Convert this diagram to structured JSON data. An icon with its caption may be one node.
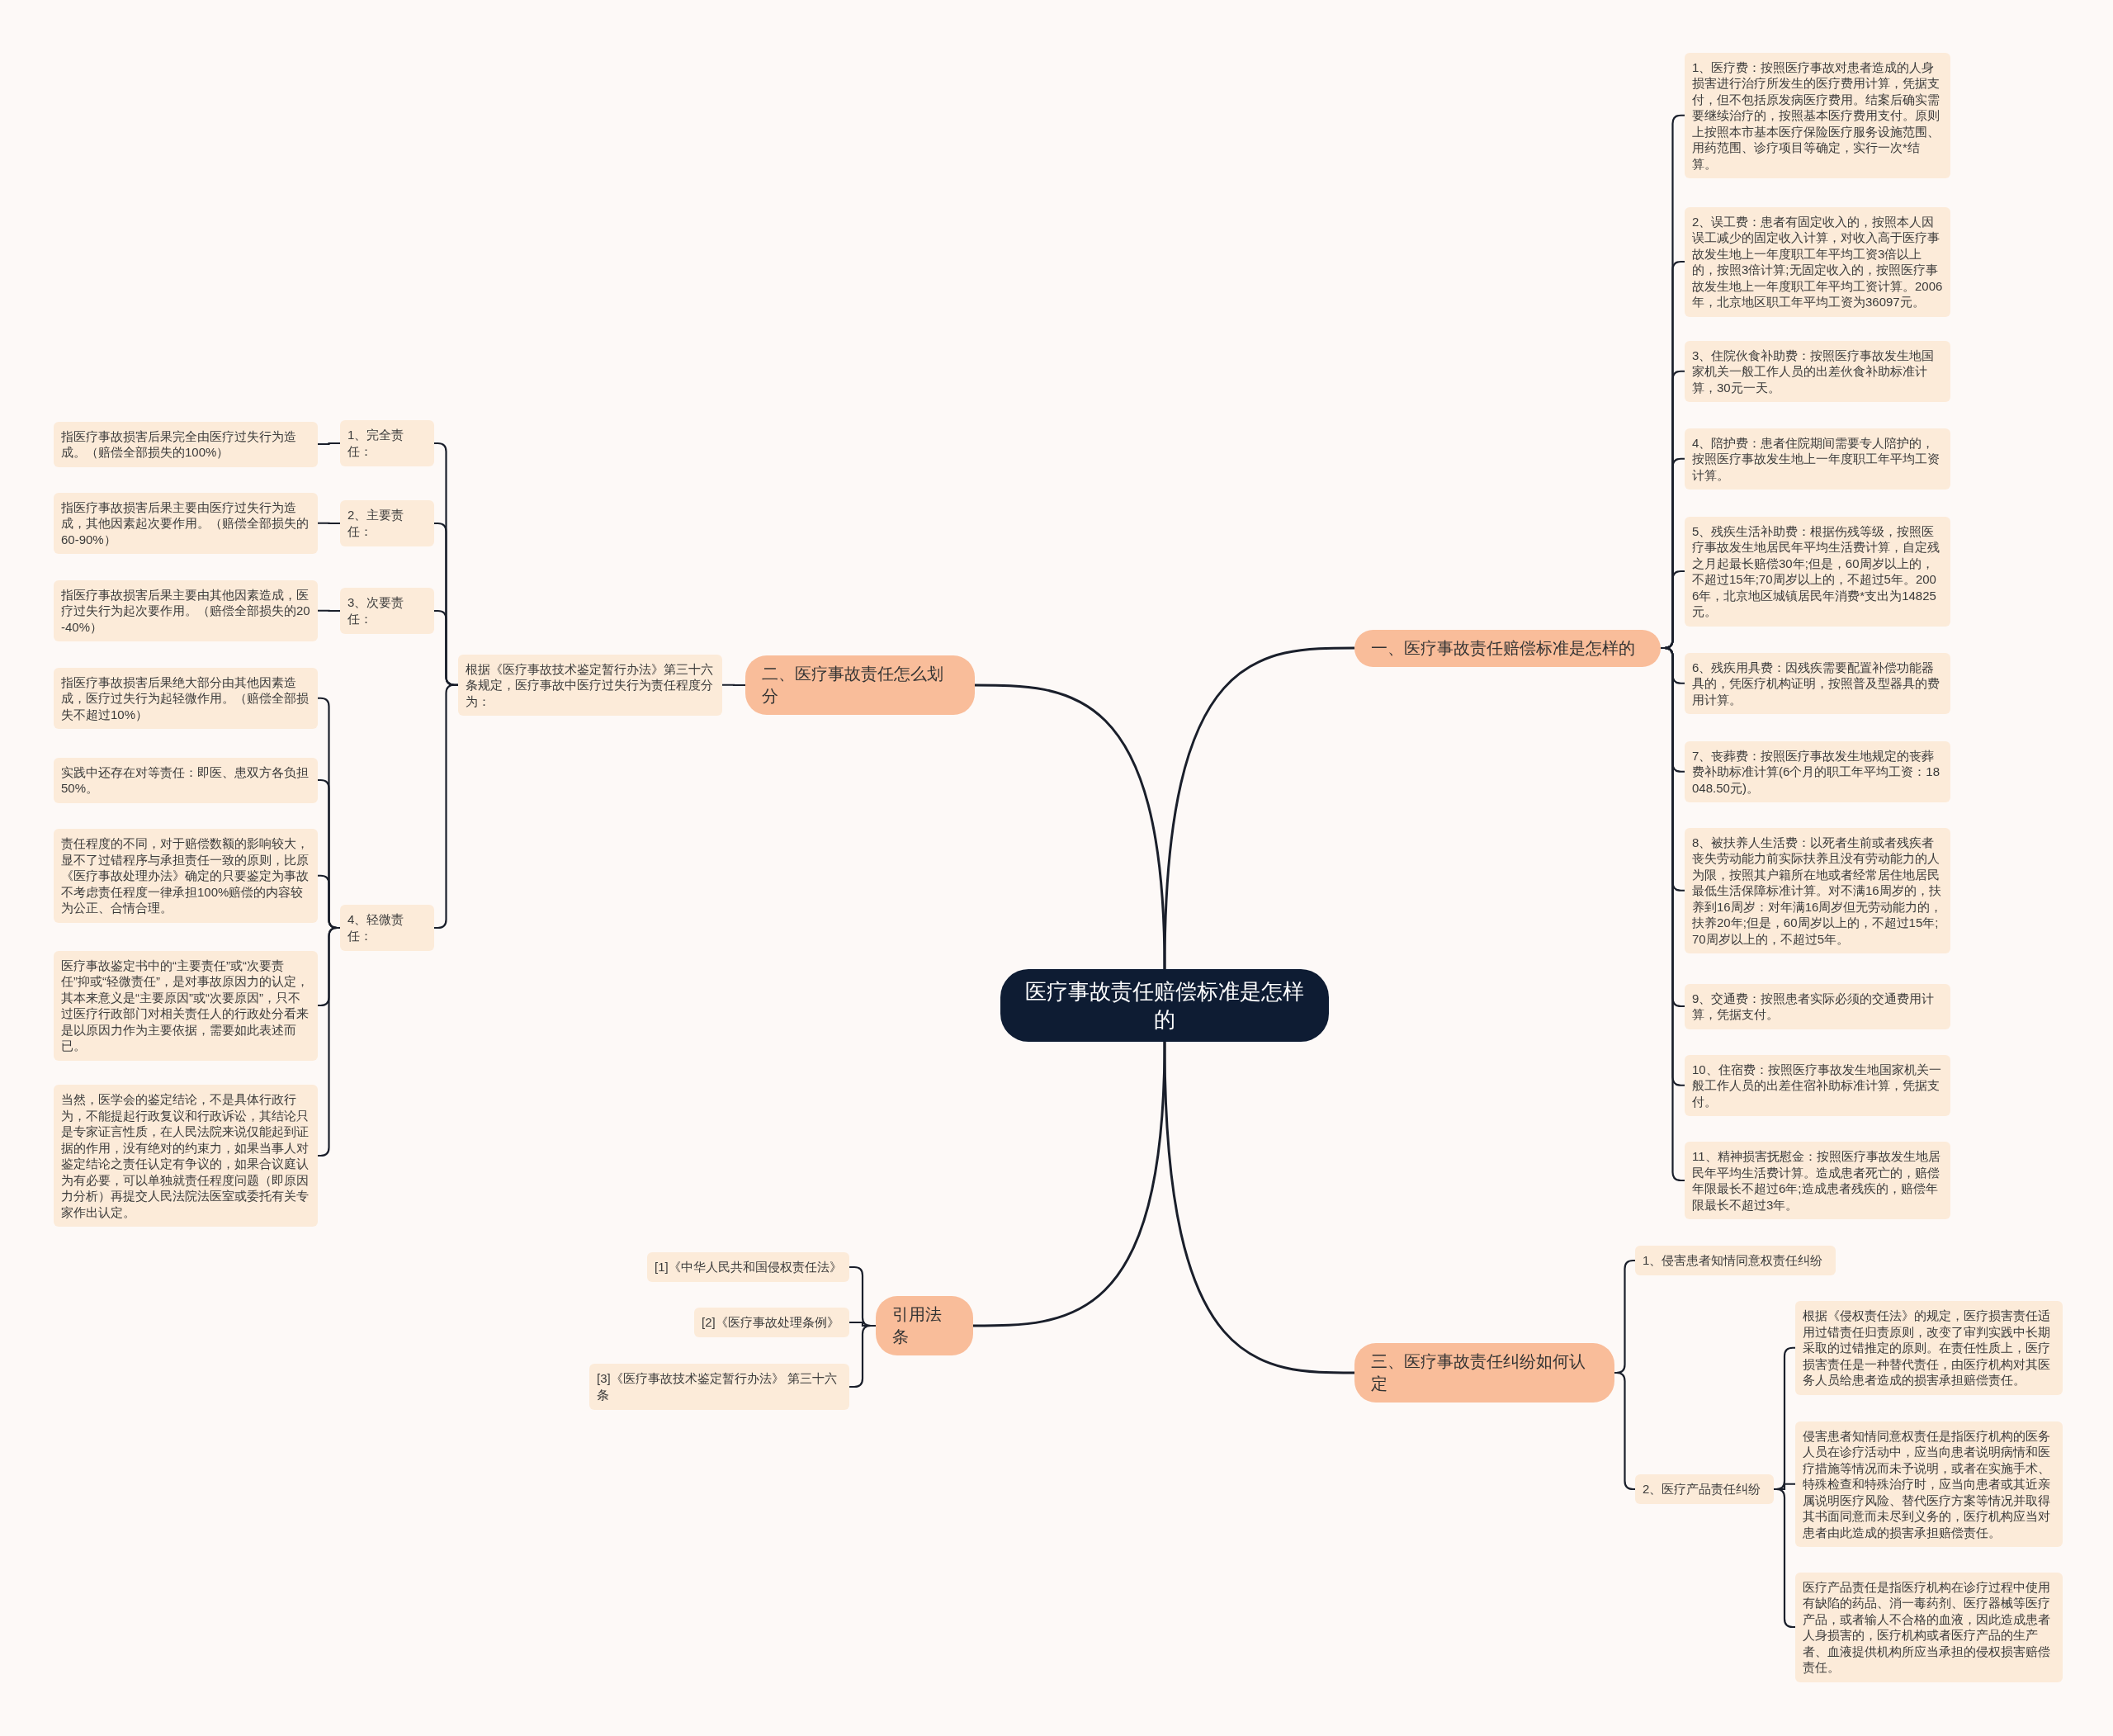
{
  "diagram": {
    "nodes": [
      {
        "text": [
          "医疗事故责任赔偿标准是怎样的"
        ]
      },
      {
        "text": [
          "一、医疗事故责任赔偿标准是怎样的"
        ]
      },
      {
        "text": [
          "1、医疗费：按照医疗事故对患者造成的人身损害进行治疗所发生的医疗费用计算，凭据支付，但不包括原发病医疗费用。结案后确实需要继续治疗的，按照基本医疗费用支付。原则上按照本市基本医疗保险医疗服务设施范围、用药范围、诊疗项目等确定，实行一次*结算。"
        ]
      },
      {
        "text": [
          "2、误工费：患者有固定收入的，按照本人因误工减少的固定收入计算，对收入高于医疗事故发生地上一年度职工年平均工资3倍以上的，按照3倍计算;无固定收入的，按照医疗事故发生地上一年度职工年平均工资计算。2006年，北京地区职工年平均工资为36097元。"
        ]
      },
      {
        "text": [
          "3、住院伙食补助费：按照医疗事故发生地国家机关一般工作人员的出差伙食补助标准计算，30元一天。"
        ]
      },
      {
        "text": [
          "4、陪护费：患者住院期间需要专人陪护的，按照医疗事故发生地上一年度职工年平均工资计算。"
        ]
      },
      {
        "text": [
          "5、残疾生活补助费：根据伤残等级，按照医疗事故发生地居民年平均生活费计算，自定残之月起最长赔偿30年;但是，60周岁以上的，不超过15年;70周岁以上的，不超过5年。2006年，北京地区城镇居民年消费*支出为14825元。"
        ]
      },
      {
        "text": [
          "6、残疾用具费：因残疾需要配置补偿功能器具的，凭医疗机构证明，按照普及型器具的费用计算。"
        ]
      },
      {
        "text": [
          "7、丧葬费：按照医疗事故发生地规定的丧葬费补助标准计算(6个月的职工年平均工资：18048.50元)。"
        ]
      },
      {
        "text": [
          "8、被扶养人生活费：以死者生前或者残疾者丧失劳动能力前实际扶养且没有劳动能力的人为限，按照其户籍所在地或者经常居住地居民最低生活保障标准计算。对不满16周岁的，扶养到16周岁：对年满16周岁但无劳动能力的，扶养20年;但是，60周岁以上的，不超过15年;70周岁以上的，不超过5年。"
        ]
      },
      {
        "text": [
          "9、交通费：按照患者实际必须的交通费用计算，凭据支付。"
        ]
      },
      {
        "text": [
          "10、住宿费：按照医疗事故发生地国家机关一般工作人员的出差住宿补助标准计算，凭据支付。"
        ]
      },
      {
        "text": [
          "11、精神损害抚慰金：按照医疗事故发生地居民年平均生活费计算。造成患者死亡的，赔偿年限最长不超过6年;造成患者残疾的，赔偿年限最长不超过3年。"
        ]
      },
      {
        "text": [
          "二、医疗事故责任怎么划分"
        ]
      },
      {
        "text": [
          "根据《医疗事故技术鉴定暂行办法》第三十六条规定，医疗事故中医疗过失行为责任程度分为："
        ]
      },
      {
        "text": [
          "1、完全责任："
        ]
      },
      {
        "text": [
          "指医疗事故损害后果完全由医疗过失行为造成。（赔偿全部损失的100%）"
        ]
      },
      {
        "text": [
          "2、主要责任："
        ]
      },
      {
        "text": [
          "指医疗事故损害后果主要由医疗过失行为造成，其他因素起次要作用。（赔偿全部损失的60-90%）"
        ]
      },
      {
        "text": [
          "3、次要责任："
        ]
      },
      {
        "text": [
          "指医疗事故损害后果主要由其他因素造成，医疗过失行为起次要作用。（赔偿全部损失的20-40%）"
        ]
      },
      {
        "text": [
          "4、轻微责任："
        ]
      },
      {
        "text": [
          "指医疗事故损害后果绝大部分由其他因素造成，医疗过失行为起轻微作用。（赔偿全部损失不超过10%）"
        ]
      },
      {
        "text": [
          "实践中还存在对等责任：即医、患双方各负担50%。"
        ]
      },
      {
        "text": [
          "责任程度的不同，对于赔偿数额的影响较大，显不了过错程序与承担责任一致的原则，比原《医疗事故处理办法》确定的只要鉴定为事故不考虑责任程度一律承担100%赔偿的内容较为公正、合情合理。"
        ]
      },
      {
        "text": [
          "医疗事故鉴定书中的“主要责任”或“次要责任”抑或“轻微责任”，是对事故原因力的认定，其本来意义是“主要原因”或“次要原因”，只不过医疗行政部门对相关责任人的行政处分看来是以原因力作为主要依据，需要如此表述而已。"
        ]
      },
      {
        "text": [
          "当然，医学会的鉴定结论，不是具体行政行为，不能提起行政复议和行政诉讼，其结论只是专家证言性质，在人民法院来说仅能起到证据的作用，没有绝对的约束力，如果当事人对鉴定结论之责任认定有争议的，如果合议庭认为有必要，可以单独就责任程度问题（即原因力分析）再提交人民法院法医室或委托有关专家作出认定。"
        ]
      },
      {
        "text": [
          "引用法条"
        ]
      },
      {
        "text": [
          "[1]《中华人民共和国侵权责任法》"
        ]
      },
      {
        "text": [
          "[2]《医疗事故处理条例》"
        ]
      },
      {
        "text": [
          "[3]《医疗事故技术鉴定暂行办法》 第三十六条"
        ]
      },
      {
        "text": [
          "三、医疗事故责任纠纷如何认定"
        ]
      },
      {
        "text": [
          "1、侵害患者知情同意权责任纠纷"
        ]
      },
      {
        "text": [
          "2、医疗产品责任纠纷"
        ]
      },
      {
        "text": [
          "根据《侵权责任法》的规定，医疗损害责任适用过错责任归责原则，改变了审判实践中长期采取的过错推定的原则。在责任性质上，医疗损害责任是一种替代责任，由医疗机构对其医务人员给患者造成的损害承担赔偿责任。"
        ]
      },
      {
        "text": [
          "侵害患者知情同意权责任是指医疗机构的医务人员在诊疗活动中，应当向患者说明病情和医疗措施等情况而未予说明，或者在实施手术、特殊检查和特殊治疗时，应当向患者或其近亲属说明医疗风险、替代医疗方案等情况并取得其书面同意而未尽到义务的，医疗机构应当对患者由此造成的损害承担赔偿责任。"
        ]
      },
      {
        "text": [
          "医疗产品责任是指医疗机构在诊疗过程中使用有缺陷的药品、消一毒药剂、医疗器械等医疗产品，或者输人不合格的血液，因此造成患者人身损害的，医疗机构或者医疗产品的生产者、血液提供机构所应当承担的侵权损害赔偿责任。"
        ]
      }
    ],
    "edges": [
      {
        "from": 0,
        "to": 1,
        "arrow": "none"
      },
      {
        "from": 1,
        "to": 2,
        "arrow": "none"
      },
      {
        "from": 1,
        "to": 3,
        "arrow": "none"
      },
      {
        "from": 1,
        "to": 4,
        "arrow": "none"
      },
      {
        "from": 1,
        "to": 5,
        "arrow": "none"
      },
      {
        "from": 1,
        "to": 6,
        "arrow": "none"
      },
      {
        "from": 1,
        "to": 7,
        "arrow": "none"
      },
      {
        "from": 1,
        "to": 8,
        "arrow": "none"
      },
      {
        "from": 1,
        "to": 9,
        "arrow": "none"
      },
      {
        "from": 1,
        "to": 10,
        "arrow": "none"
      },
      {
        "from": 1,
        "to": 11,
        "arrow": "none"
      },
      {
        "from": 1,
        "to": 12,
        "arrow": "none"
      },
      {
        "from": 0,
        "to": 13,
        "arrow": "none"
      },
      {
        "from": 13,
        "to": 14,
        "arrow": "none"
      },
      {
        "from": 14,
        "to": 15,
        "arrow": "none"
      },
      {
        "from": 15,
        "to": 16,
        "arrow": "none"
      },
      {
        "from": 14,
        "to": 17,
        "arrow": "none"
      },
      {
        "from": 17,
        "to": 18,
        "arrow": "none"
      },
      {
        "from": 14,
        "to": 19,
        "arrow": "none"
      },
      {
        "from": 19,
        "to": 20,
        "arrow": "none"
      },
      {
        "from": 14,
        "to": 21,
        "arrow": "none"
      },
      {
        "from": 21,
        "to": 22,
        "arrow": "none"
      },
      {
        "from": 21,
        "to": 23,
        "arrow": "none"
      },
      {
        "from": 21,
        "to": 24,
        "arrow": "none"
      },
      {
        "from": 21,
        "to": 25,
        "arrow": "none"
      },
      {
        "from": 21,
        "to": 26,
        "arrow": "none"
      },
      {
        "from": 0,
        "to": 27,
        "arrow": "none"
      },
      {
        "from": 27,
        "to": 28,
        "arrow": "none"
      },
      {
        "from": 27,
        "to": 29,
        "arrow": "none"
      },
      {
        "from": 27,
        "to": 30,
        "arrow": "none"
      },
      {
        "from": 0,
        "to": 31,
        "arrow": "none"
      },
      {
        "from": 31,
        "to": 32,
        "arrow": "none"
      },
      {
        "from": 31,
        "to": 33,
        "arrow": "none"
      },
      {
        "from": 33,
        "to": 34,
        "arrow": "none"
      },
      {
        "from": 33,
        "to": 35,
        "arrow": "none"
      },
      {
        "from": 33,
        "to": 36,
        "arrow": "none"
      }
    ]
  }
}
